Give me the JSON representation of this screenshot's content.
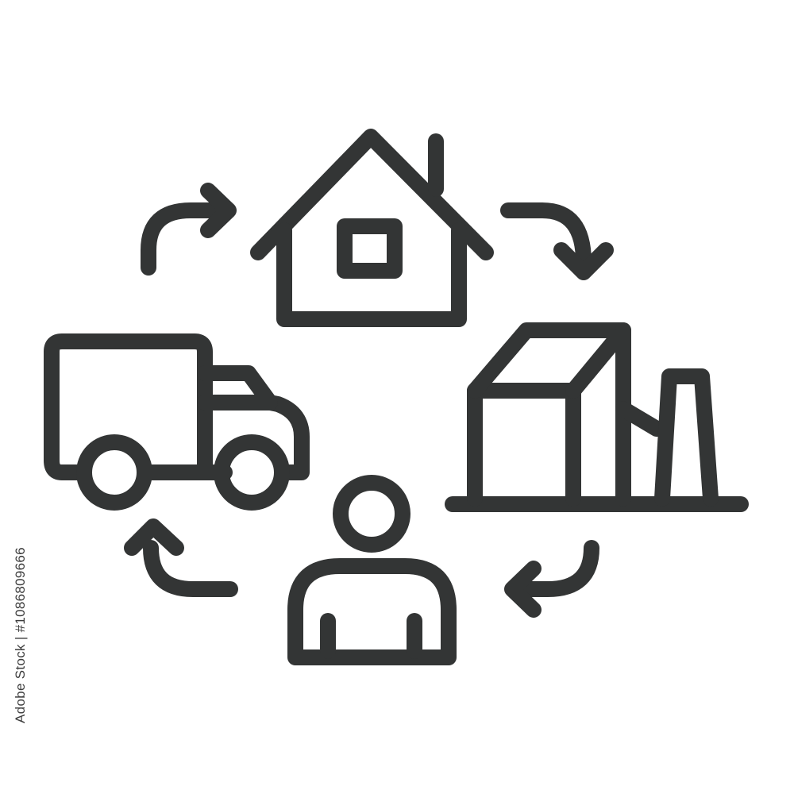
{
  "colors": {
    "stroke": "#333535",
    "background": "#ffffff"
  },
  "icons": {
    "house": "house-icon",
    "factory": "factory-icon",
    "person": "person-icon",
    "truck": "truck-icon",
    "arrows": [
      "arrow-truck-to-house",
      "arrow-house-to-factory",
      "arrow-factory-to-person",
      "arrow-person-to-truck"
    ]
  },
  "watermark": {
    "stock_id": "Adobe Stock | #1086809666"
  }
}
